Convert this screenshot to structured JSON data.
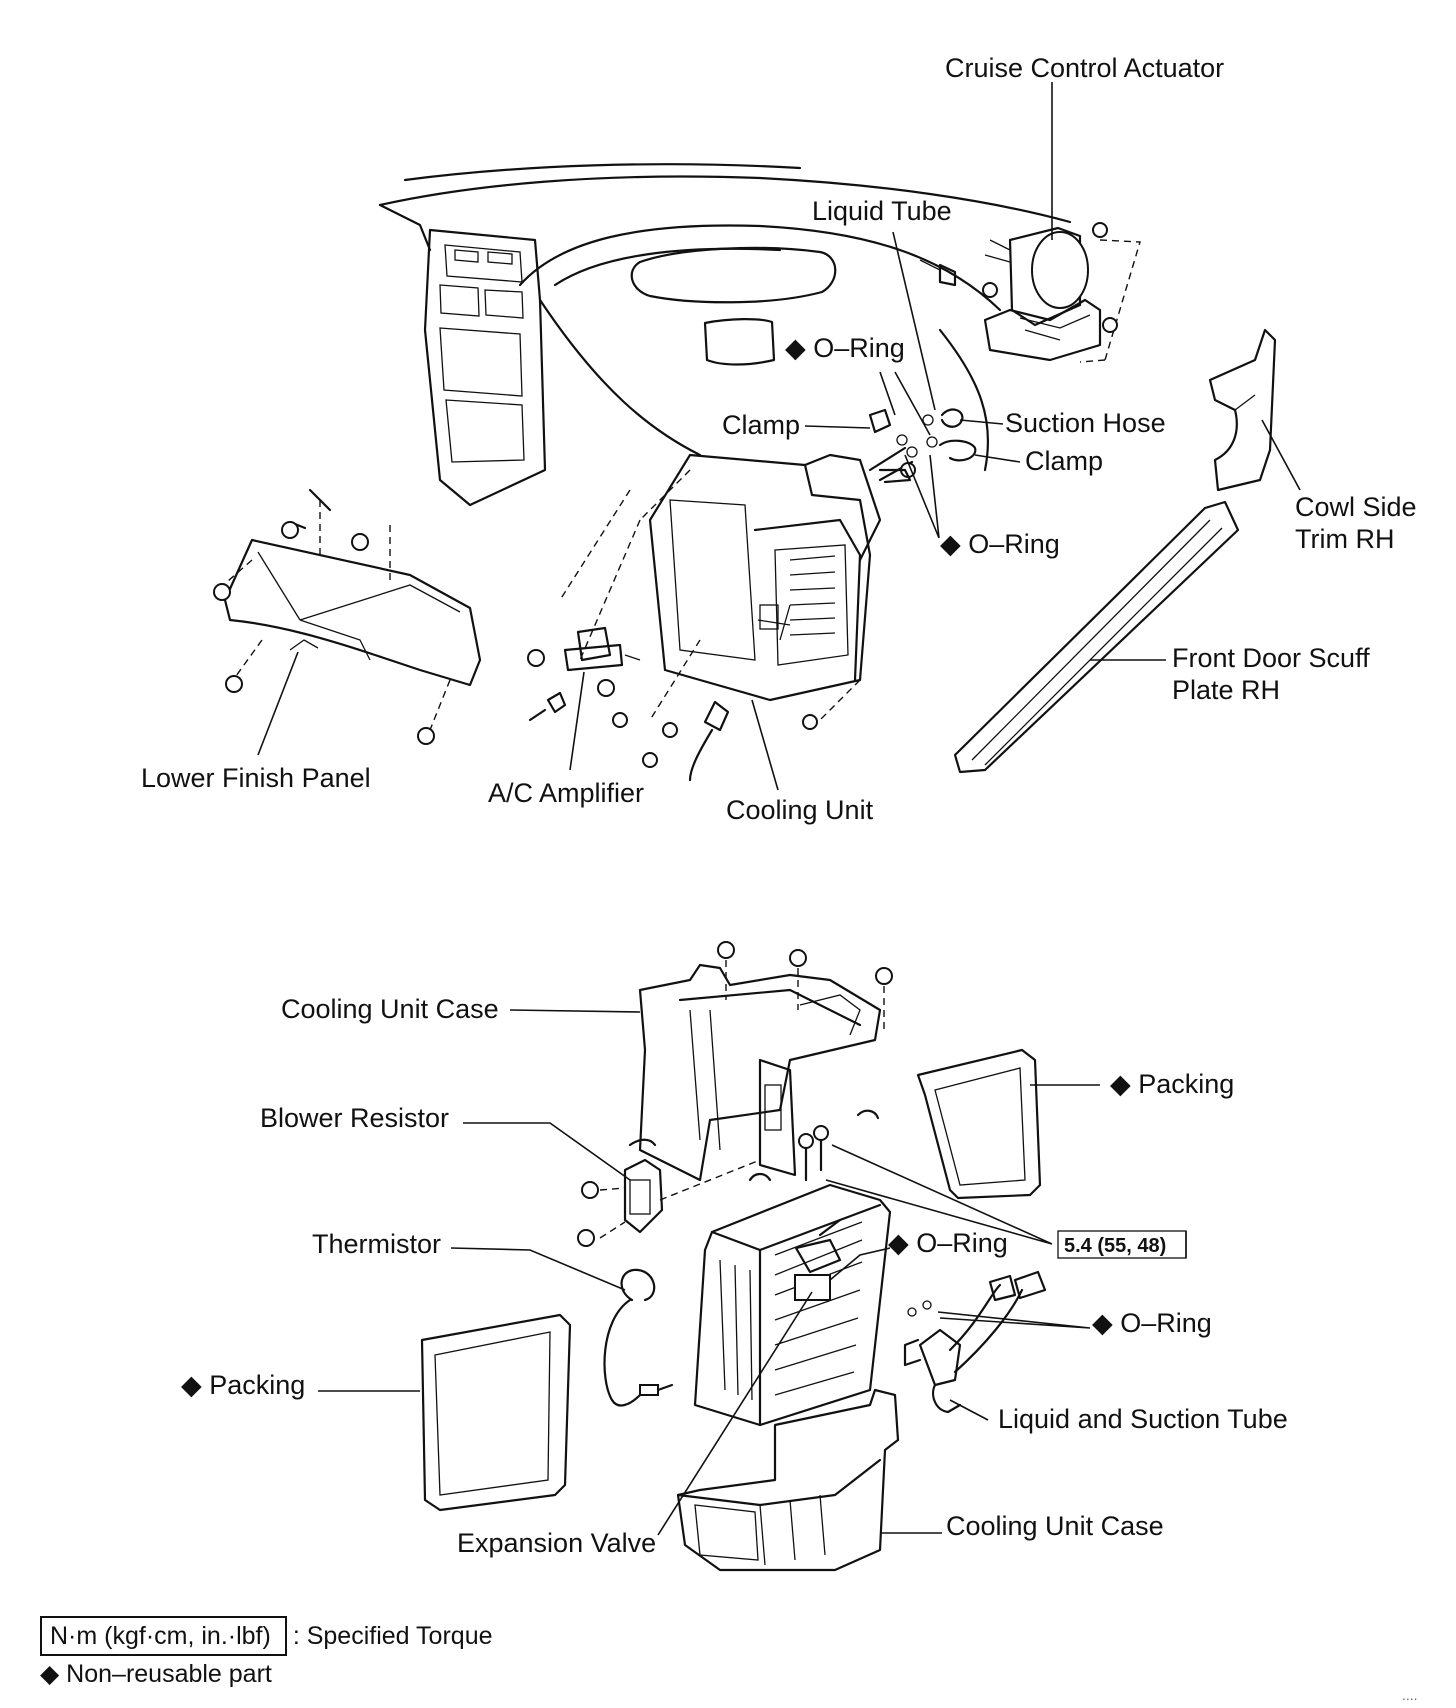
{
  "top_labels": {
    "cruise_control_actuator": "Cruise Control Actuator",
    "liquid_tube": "Liquid Tube",
    "o_ring_upper": "◆ O–Ring",
    "clamp_left": "Clamp",
    "suction_hose": "Suction Hose",
    "clamp_right": "Clamp",
    "o_ring_mid": "◆ O–Ring",
    "cowl_side_trim_1": "Cowl Side",
    "cowl_side_trim_2": "Trim RH",
    "front_door_scuff_1": "Front Door Scuff",
    "front_door_scuff_2": "Plate RH",
    "lower_finish_panel": "Lower Finish Panel",
    "ac_amplifier": "A/C Amplifier",
    "cooling_unit": "Cooling Unit"
  },
  "bottom_labels": {
    "cooling_unit_case_upper": "Cooling Unit Case",
    "packing_right": "◆ Packing",
    "blower_resistor": "Blower Resistor",
    "torque_value": "5.4 (55, 48)",
    "thermistor": "Thermistor",
    "o_ring_evap": "◆ O–Ring",
    "o_ring_tube": "◆ O–Ring",
    "packing_left": "◆ Packing",
    "liquid_suction_tube": "Liquid and Suction Tube",
    "cooling_unit_case_lower": "Cooling Unit Case",
    "expansion_valve": "Expansion Valve"
  },
  "legend": {
    "torque_unit": "N·m (kgf·cm, in.·lbf)",
    "torque_desc": ": Specified Torque",
    "non_reusable": "◆ Non–reusable part"
  },
  "footer_mark": "...."
}
